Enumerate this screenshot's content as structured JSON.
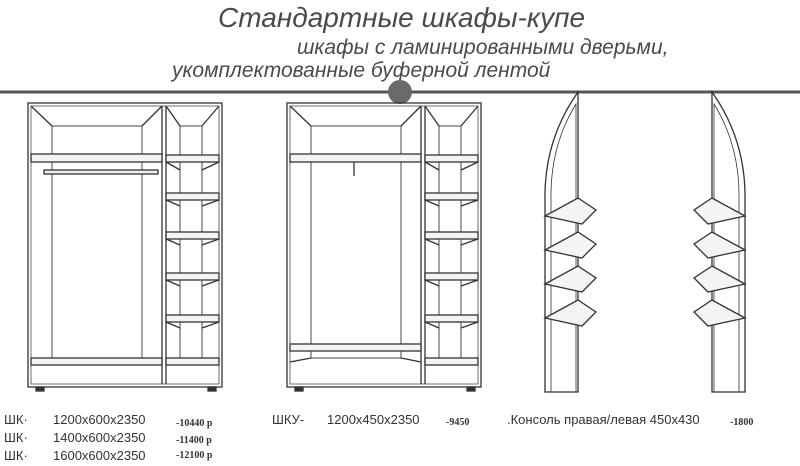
{
  "header": {
    "title": "Стандартные шкафы-купе",
    "subtitle_1": "шкафы с ламинированными дверьми,",
    "subtitle_2": "укомплектованные буферной лентой"
  },
  "colors": {
    "rule": "#555555",
    "accent_dot": "#6a6a6a",
    "outline": "#333333",
    "shelf_fill": "#f4f4f4"
  },
  "products": {
    "shk": [
      {
        "code": "ШК·",
        "size": "1200х600х2350",
        "price": "-10440 р"
      },
      {
        "code": "ШК·",
        "size": "1400х600х2350",
        "price": "-11400 р"
      },
      {
        "code": "ШК·",
        "size": "1600х600х2350",
        "price": "-12100 р"
      }
    ],
    "shku": {
      "code": "ШКУ-",
      "size": "1200х450х2350",
      "price": "-9450"
    },
    "console": {
      "label": ".Консоль правая/левая 450х430",
      "price": "-1800"
    }
  }
}
